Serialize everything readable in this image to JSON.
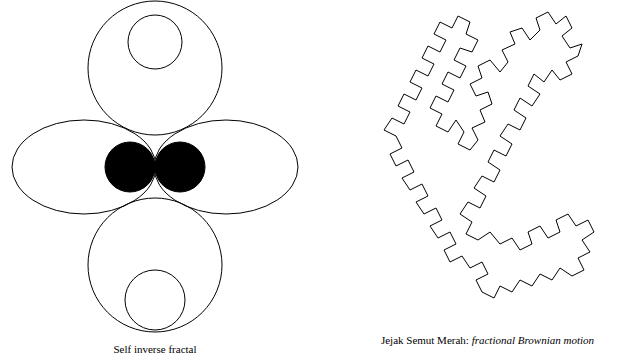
{
  "diagram": {
    "labels": [
      "Self inverse fractal",
      "Jejak Semut Merah:",
      "fractional Brownian motion"
    ]
  }
}
